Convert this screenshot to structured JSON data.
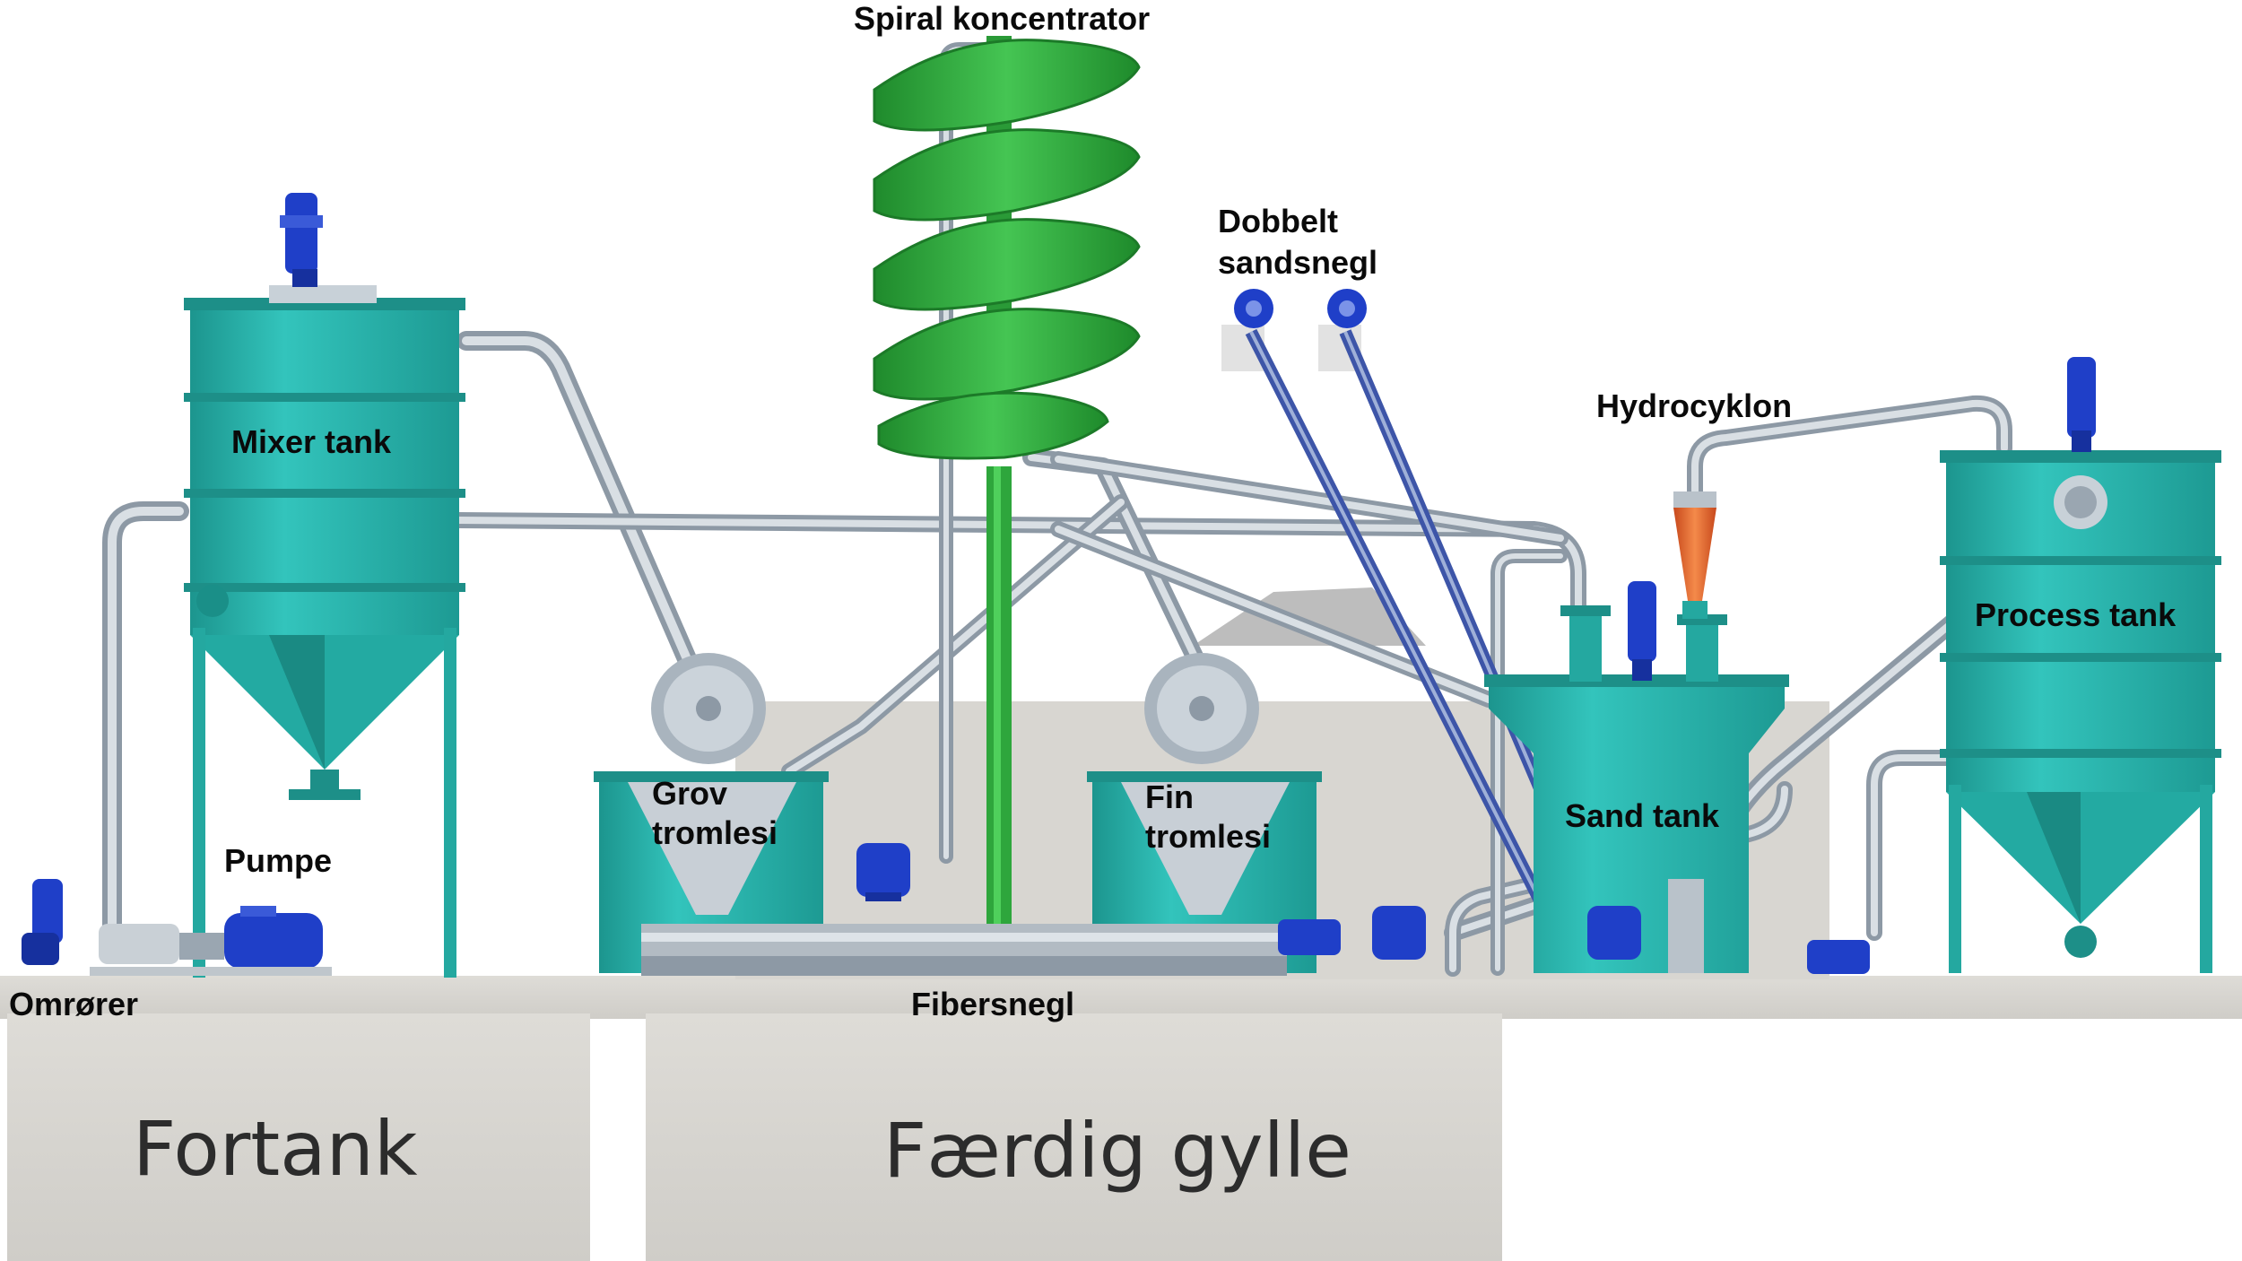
{
  "labels": {
    "spiral": "Spiral koncentrator",
    "dobbelt_line1": "Dobbelt",
    "dobbelt_line2": "sandsnegl",
    "hydrocyklon": "Hydrocyklon",
    "mixer_tank": "Mixer tank",
    "process_tank": "Process tank",
    "grov_line1": "Grov",
    "grov_line2": "tromlesi",
    "fin_line1": "Fin",
    "fin_line2": "tromlesi",
    "sand_tank": "Sand tank",
    "pumpe": "Pumpe",
    "omrorer": "Omrører",
    "fibersnegl": "Fibersnegl",
    "fortank": "Fortank",
    "faerdig_gylle": "Færdig gylle"
  },
  "colors": {
    "tank": "#2bbcb4",
    "tank_dark": "#1a8f88",
    "spiral": "#2ea63c",
    "motor": "#1f3fc8",
    "pipe": "#b7c2cc",
    "concrete": "#d4d2cd",
    "cyclone": "#e4632a"
  }
}
